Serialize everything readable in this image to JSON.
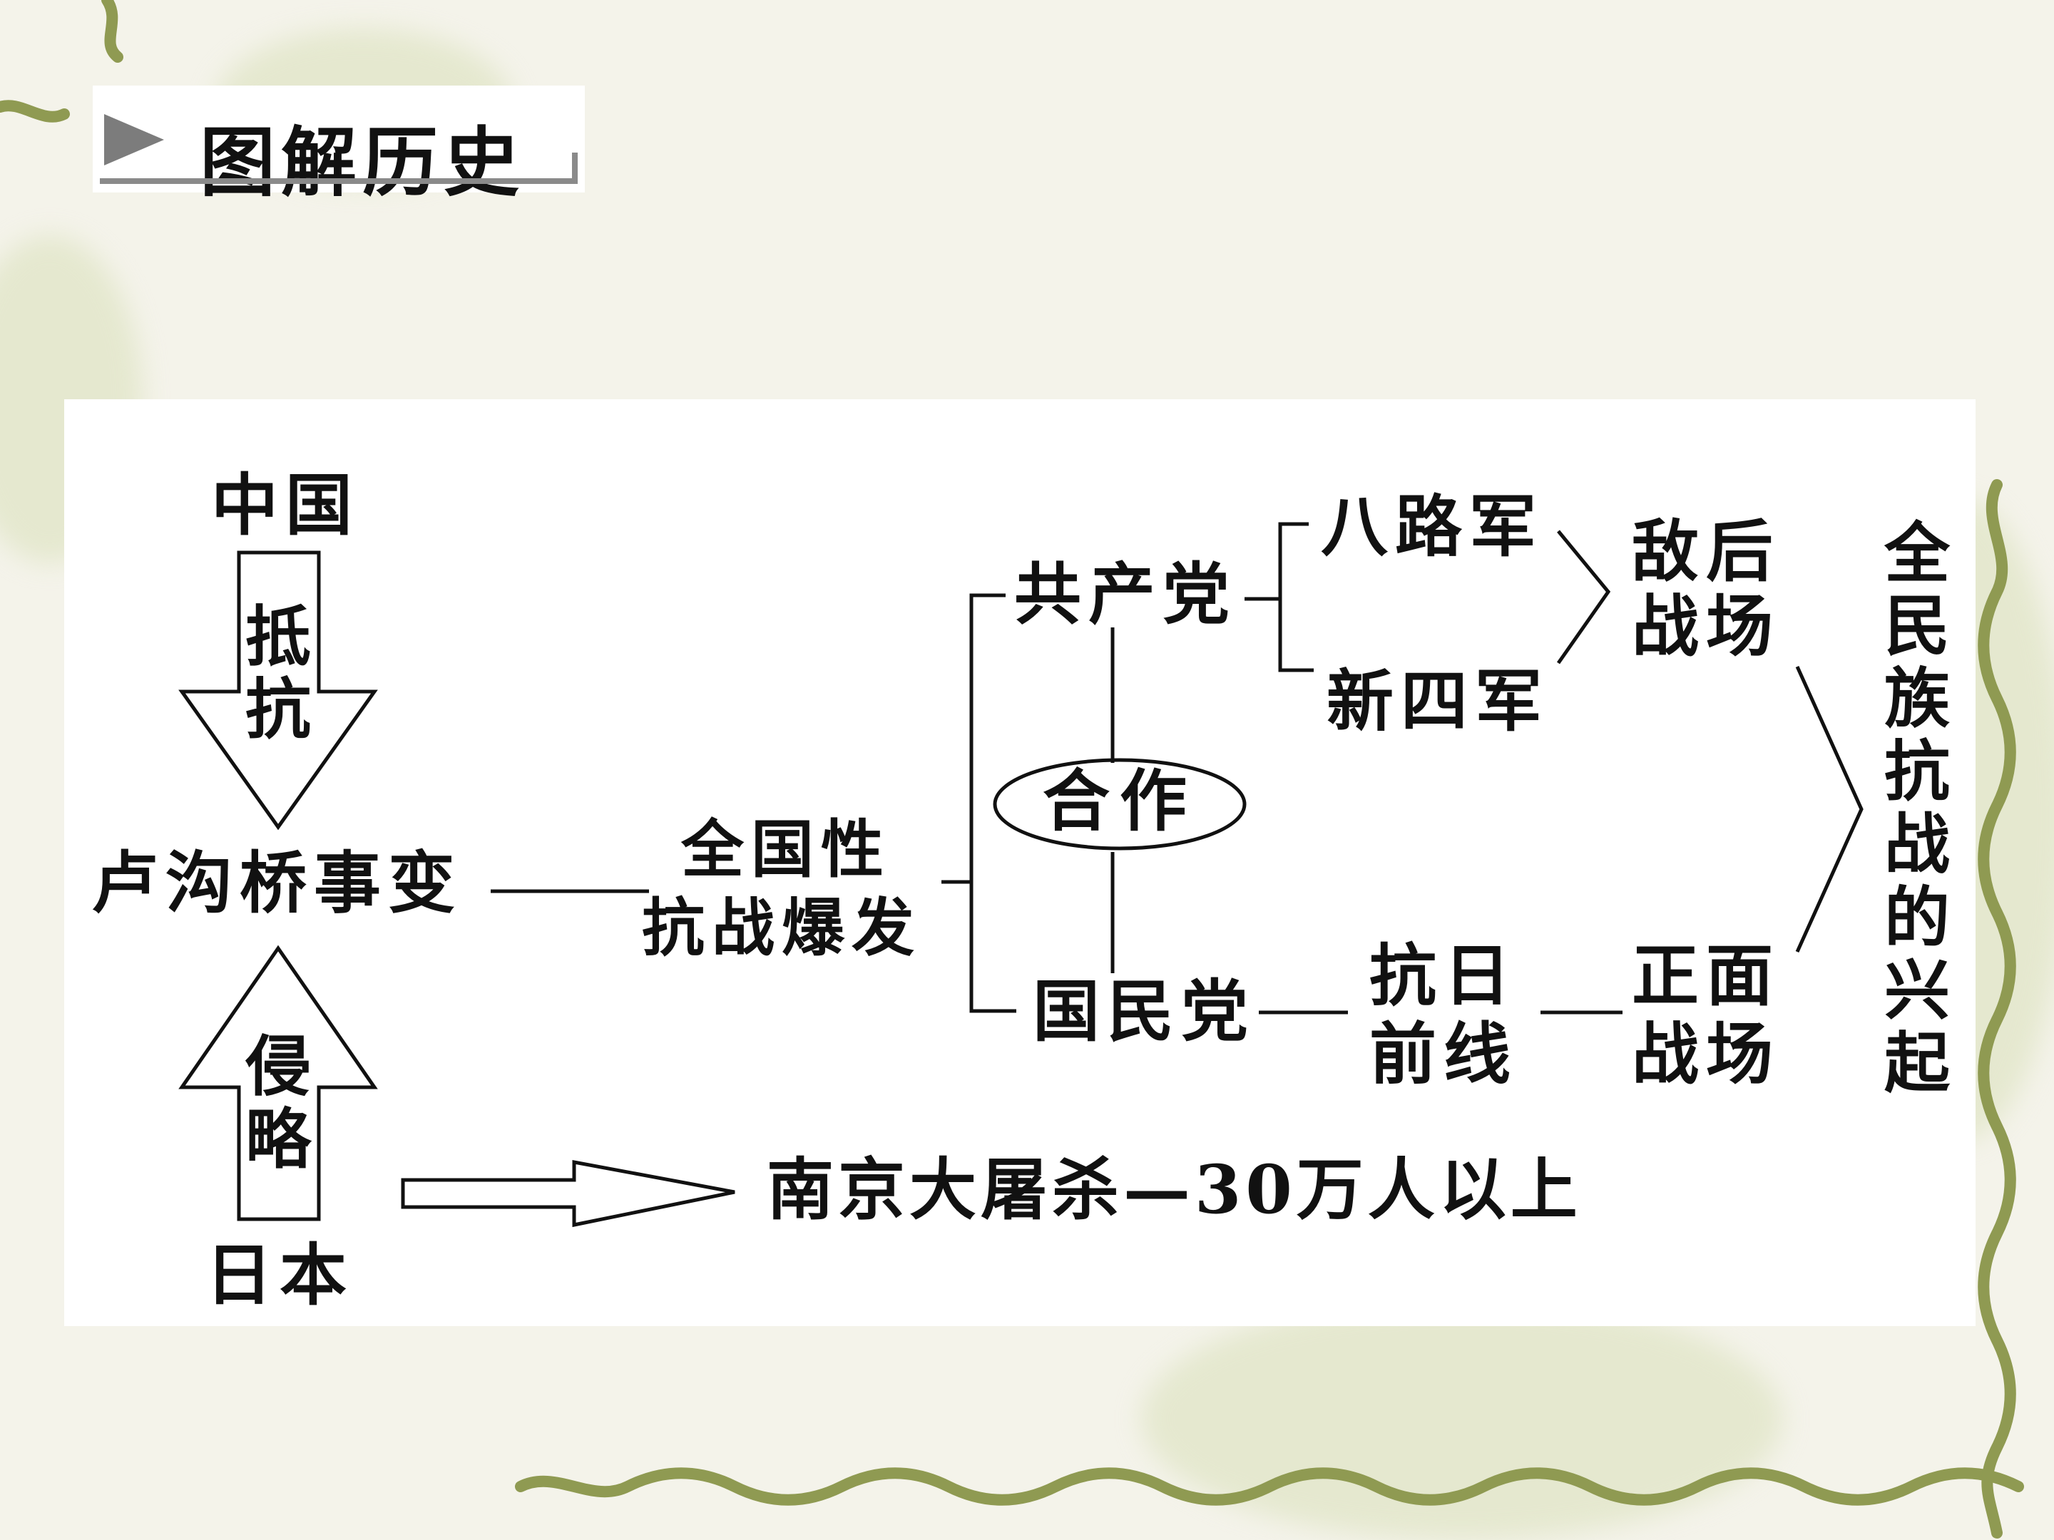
{
  "title": "图解历史",
  "diagram": {
    "china": "中国",
    "resist": "抵抗",
    "event": "卢沟桥事变",
    "invade": "侵略",
    "japan": "日本",
    "outbreak_line1": "全国性",
    "outbreak_line2": "抗战爆发",
    "ccp": "共产党",
    "cooperation": "合作",
    "kmt": "国民党",
    "eighth_route": "八路军",
    "new_fourth": "新四军",
    "rear_line1": "敌后",
    "rear_line2": "战场",
    "front_line1": "抗日",
    "front_line2": "前线",
    "main_line1": "正面",
    "main_line2": "战场",
    "conclusion": "全民族抗战的兴起",
    "massacre": "南京大屠杀—30万人以上"
  }
}
